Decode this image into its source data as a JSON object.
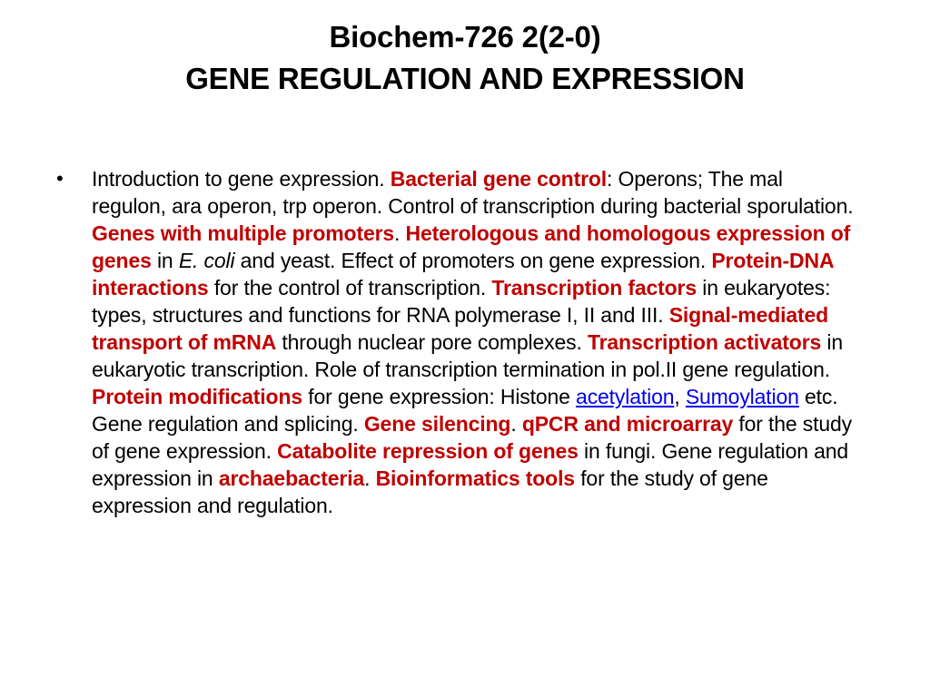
{
  "title": {
    "line1": "Biochem-726 2(2-0)",
    "line2": "GENE REGULATION AND EXPRESSION"
  },
  "bullet_char": "•",
  "body": {
    "p1": "Introduction to gene expression. ",
    "h1": "Bacterial gene control",
    "p2": ": Operons; The mal regulon, ara operon, trp operon. Control of transcription during bacterial sporulation. ",
    "h2": "Genes with multiple promoters",
    "p3": ". ",
    "h3": "Heterologous and homologous expression of genes",
    "p4": " in ",
    "i1": "E. coli",
    "p5": " and yeast. Effect of promoters on gene expression. ",
    "h4": "Protein-DNA interactions",
    "p6": " for the control of transcription. ",
    "h5": "Transcription factors",
    "p7": " in eukaryotes: types, structures and functions for RNA polymerase I, II and III. ",
    "h6": "Signal-mediated transport of mRNA",
    "p8": " through nuclear pore complexes. ",
    "h7": "Transcription activators",
    "p9": " in eukaryotic transcription. Role of transcription termination in pol.II gene regulation. ",
    "h8": "Protein modifications",
    "p10": " for gene expression: Histone ",
    "l1": "acetylation",
    "p11": ", ",
    "l2": "Sumoylation",
    "p12": " etc. Gene regulation and splicing. ",
    "h9": "Gene silencing",
    "p13": ". ",
    "h10": "qPCR and microarray",
    "p14": " for the study of gene expression. ",
    "h11": "Catabolite repression of genes",
    "p15": " in fungi. Gene regulation and expression in ",
    "h12": "archaebacteria",
    "p16": ". ",
    "h13": "Bioinformatics tools",
    "p17": " for the study of gene expression and regulation."
  },
  "colors": {
    "highlight": "#c00000",
    "link": "#0000ee",
    "text": "#000000",
    "background": "#ffffff"
  }
}
